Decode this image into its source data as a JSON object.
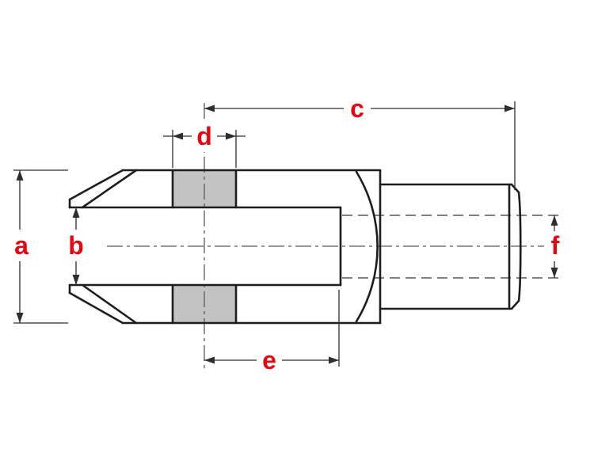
{
  "labels": {
    "a": "a",
    "b": "b",
    "c": "c",
    "d": "d",
    "e": "e",
    "f": "f"
  },
  "colors": {
    "label_color": "#e30613",
    "outline_color": "#1d1d1b",
    "centerline_color": "#5a5a5a",
    "hidden_line_color": "#808080",
    "section_fill_color": "#c3c3c3",
    "dimension_line_color": "#2e2e2e",
    "background_color": "#ffffff"
  }
}
